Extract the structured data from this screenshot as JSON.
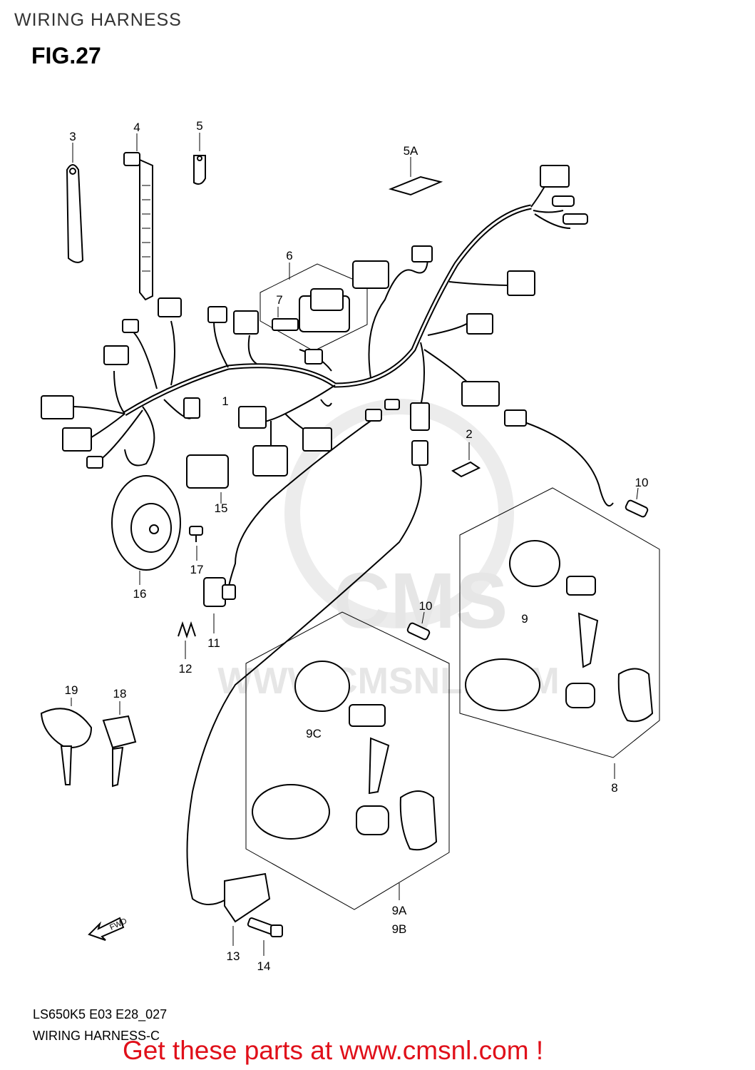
{
  "header": {
    "title": "WIRING HARNESS",
    "figure": "FIG.27"
  },
  "watermark": {
    "logo": "CMS",
    "site": "WWW.CMSNL.COM"
  },
  "callouts": [
    "1",
    "2",
    "3",
    "4",
    "5",
    "5A",
    "6",
    "7",
    "8",
    "9",
    "9A",
    "9B",
    "9C",
    "10",
    "10",
    "11",
    "12",
    "13",
    "14",
    "15",
    "16",
    "17",
    "18",
    "19"
  ],
  "direction_marker": "FWD",
  "footer": {
    "model_code": "LS650K5 E03 E28_027",
    "diagram_name": "WIRING HARNESS-C",
    "banner": "Get these parts at www.cmsnl.com !"
  },
  "colors": {
    "banner": "#e0101a",
    "line": "#000000",
    "watermark": "#e6e6e6"
  }
}
